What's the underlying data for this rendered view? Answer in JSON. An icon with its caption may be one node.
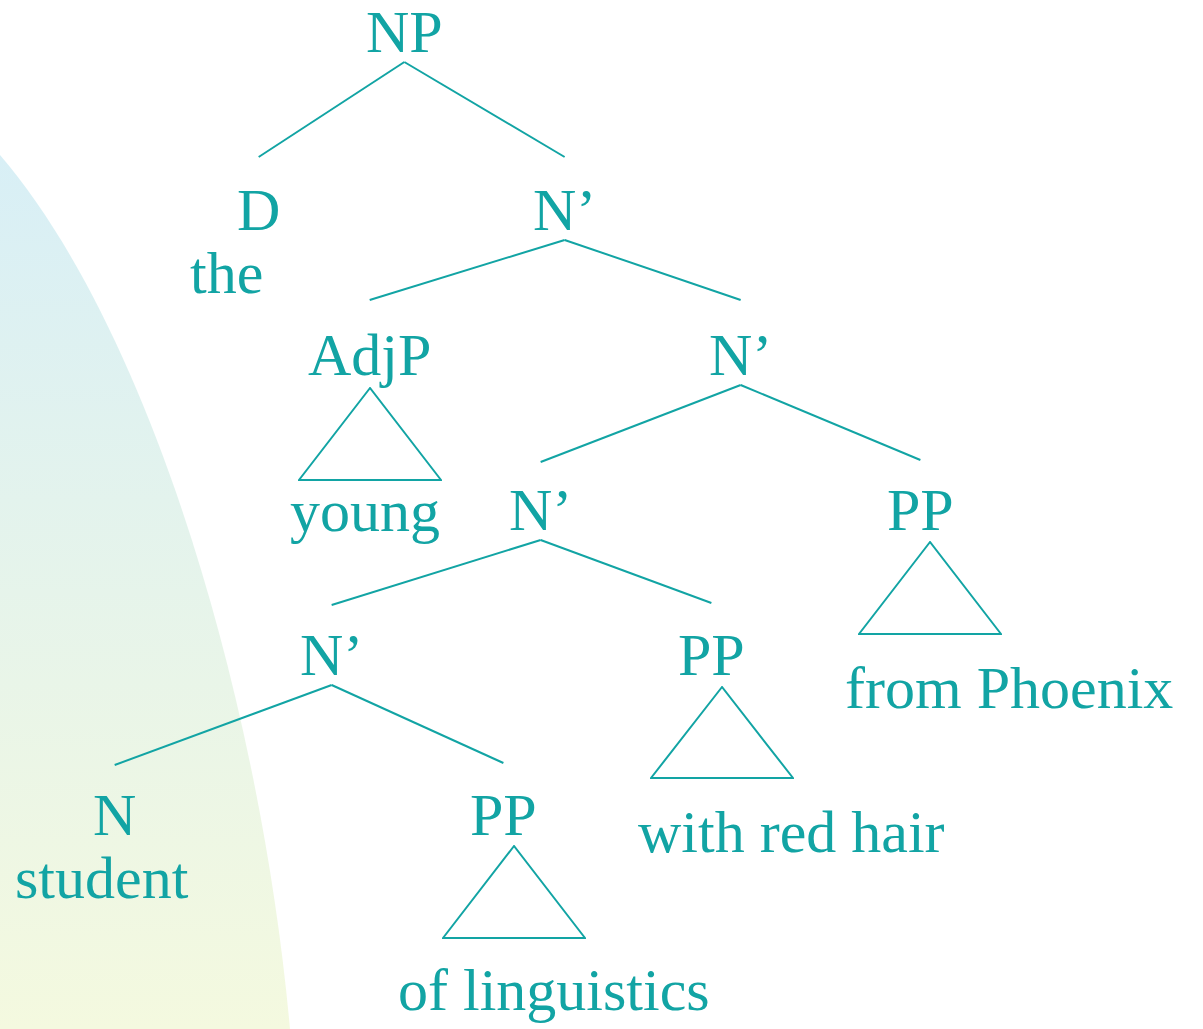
{
  "diagram": {
    "nodes": [
      {
        "text": [
          "NP"
        ]
      },
      {
        "text": [
          "D",
          "the"
        ]
      },
      {
        "text": [
          "N’"
        ]
      },
      {
        "text": [
          "AdjP"
        ]
      },
      {
        "text": [],
        "shape": "triangle",
        "beside": [
          "young"
        ]
      },
      {
        "text": [
          "N’"
        ]
      },
      {
        "text": [
          "N’"
        ]
      },
      {
        "text": [
          "PP"
        ]
      },
      {
        "text": [],
        "shape": "triangle",
        "beside": [
          "from Phoenix"
        ]
      },
      {
        "text": [
          "N’"
        ]
      },
      {
        "text": [
          "PP"
        ]
      },
      {
        "text": [],
        "shape": "triangle",
        "beside": [
          "with red hair"
        ]
      },
      {
        "text": [
          "N",
          "student"
        ]
      },
      {
        "text": [
          "PP"
        ]
      },
      {
        "text": [],
        "shape": "triangle",
        "beside": [
          "of linguistics"
        ]
      }
    ],
    "edges": [
      {
        "from": 0,
        "to": 1,
        "arrow": "none"
      },
      {
        "from": 0,
        "to": 2,
        "arrow": "none"
      },
      {
        "from": 2,
        "to": 3,
        "arrow": "none"
      },
      {
        "from": 2,
        "to": 5,
        "arrow": "none"
      },
      {
        "from": 5,
        "to": 6,
        "arrow": "none"
      },
      {
        "from": 5,
        "to": 7,
        "arrow": "none"
      },
      {
        "from": 6,
        "to": 9,
        "arrow": "none"
      },
      {
        "from": 6,
        "to": 10,
        "arrow": "none"
      },
      {
        "from": 9,
        "to": 12,
        "arrow": "none"
      },
      {
        "from": 9,
        "to": 13,
        "arrow": "none"
      }
    ]
  }
}
